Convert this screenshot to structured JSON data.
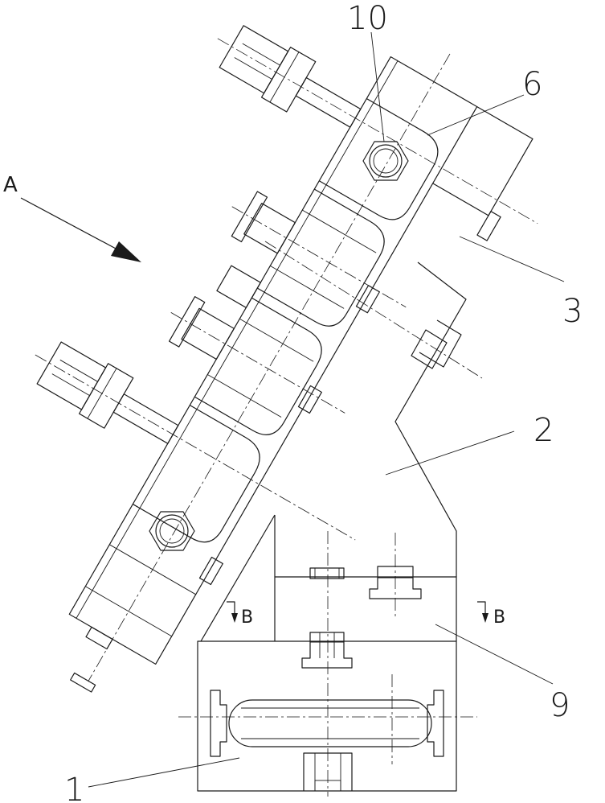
{
  "labels": {
    "part_10": "10",
    "part_6": "6",
    "part_3": "3",
    "part_2": "2",
    "part_9": "9",
    "part_1": "1",
    "view_a": "A",
    "section_left": "B",
    "section_right": "B"
  },
  "colors": {
    "line": "#1a1a1a",
    "background": "#ffffff"
  }
}
